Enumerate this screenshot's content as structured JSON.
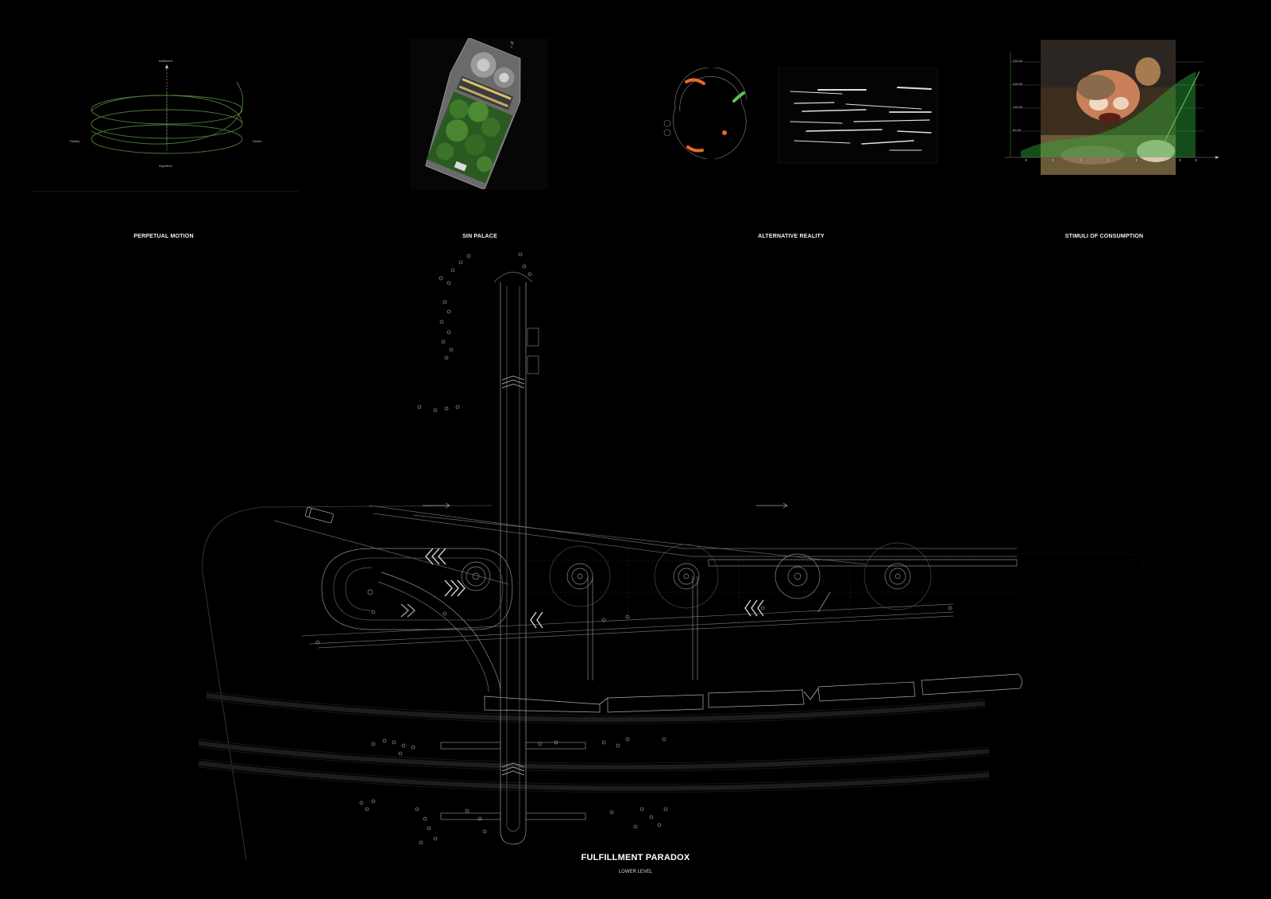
{
  "panels": [
    {
      "caption": "PERPETUAL MOTION"
    },
    {
      "caption": "SIN PALACE"
    },
    {
      "caption": "ALTERNATIVE REALITY"
    },
    {
      "caption": "STIMULI OF CONSUMPTION"
    }
  ],
  "spiral": {
    "top_label": "fulfillment",
    "left_label": "Reality",
    "right_label": "Desire",
    "bottom_label": "Algorithm"
  },
  "sin_palace": {
    "north_label": "N"
  },
  "stimuli": {
    "y_ticks": [
      "300.00",
      "200.00",
      "100.00",
      "50.00"
    ]
  },
  "plan": {
    "title": "FULFILLMENT PARADOX",
    "subtitle": "LOWER LEVEL"
  },
  "colors": {
    "background": "#000000",
    "line": "#8a8a8a",
    "spiral_green": "#4f7a3a",
    "accent_orange": "#e8692a",
    "accent_green": "#5cc05a"
  }
}
